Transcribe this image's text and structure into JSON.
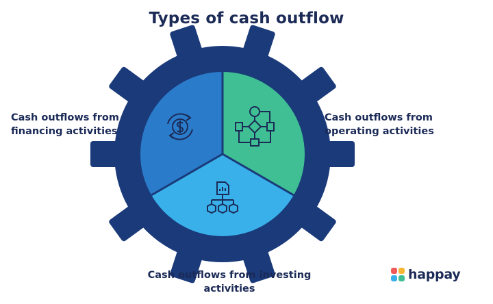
{
  "title": "Types of cash outflow",
  "segments": {
    "financing": {
      "line1": "Cash outflows from",
      "line2": "financing activities"
    },
    "operating": {
      "line1": "Cash outflows from",
      "line2": "operating activities"
    },
    "investing": {
      "line1": "Cash outflows from investing",
      "line2": "activities"
    }
  },
  "logo": {
    "text": "happay"
  },
  "icons": {
    "financing": "dollar-cycle-icon",
    "operating": "flowchart-icon",
    "investing": "document-network-icon"
  },
  "colors": {
    "gear": "#1a3a7a",
    "financing": "#2a7ccb",
    "operating": "#3fbf93",
    "investing": "#3ab0ea",
    "text": "#1b2a56"
  }
}
